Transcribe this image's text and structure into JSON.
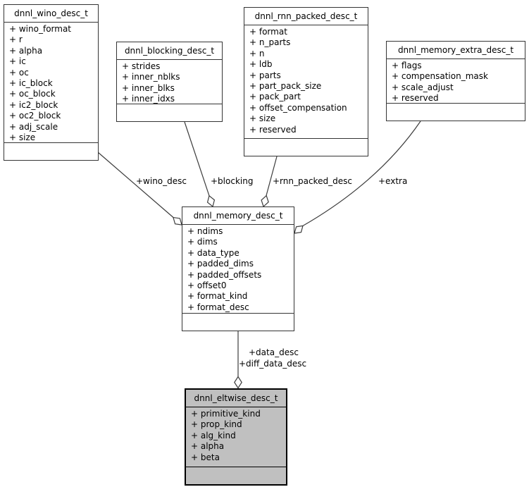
{
  "diagram": {
    "kind": "uml-collaboration-graph",
    "colors": {
      "background": "#ffffff",
      "node_fill": "#ffffff",
      "node_border": "#343434",
      "highlight_fill": "#c0c0c0",
      "highlight_border": "#000000",
      "edge": "#3c3c3c",
      "text": "#000000"
    },
    "classes": [
      {
        "title": "dnnl_wino_desc_t",
        "fields": [
          "+ wino_format",
          "+ r",
          "+ alpha",
          "+ ic",
          "+ oc",
          "+ ic_block",
          "+ oc_block",
          "+ ic2_block",
          "+ oc2_block",
          "+ adj_scale",
          "+ size"
        ]
      },
      {
        "title": "dnnl_blocking_desc_t",
        "fields": [
          "+ strides",
          "+ inner_nblks",
          "+ inner_blks",
          "+ inner_idxs"
        ]
      },
      {
        "title": "dnnl_rnn_packed_desc_t",
        "fields": [
          "+ format",
          "+ n_parts",
          "+ n",
          "+ ldb",
          "+ parts",
          "+ part_pack_size",
          "+ pack_part",
          "+ offset_compensation",
          "+ size",
          "+ reserved"
        ]
      },
      {
        "title": "dnnl_memory_extra_desc_t",
        "fields": [
          "+ flags",
          "+ compensation_mask",
          "+ scale_adjust",
          "+ reserved"
        ]
      },
      {
        "title": "dnnl_memory_desc_t",
        "fields": [
          "+ ndims",
          "+ dims",
          "+ data_type",
          "+ padded_dims",
          "+ padded_offsets",
          "+ offset0",
          "+ format_kind",
          "+ format_desc"
        ]
      },
      {
        "title": "dnnl_eltwise_desc_t",
        "fields": [
          "+ primitive_kind",
          "+ prop_kind",
          "+ alg_kind",
          "+ alpha",
          "+ beta"
        ]
      }
    ],
    "edges": [
      {
        "label": "+wino_desc"
      },
      {
        "label": "+blocking"
      },
      {
        "label": "+rnn_packed_desc"
      },
      {
        "label": "+extra"
      },
      {
        "label": "+data_desc"
      },
      {
        "label": "+diff_data_desc"
      }
    ]
  }
}
